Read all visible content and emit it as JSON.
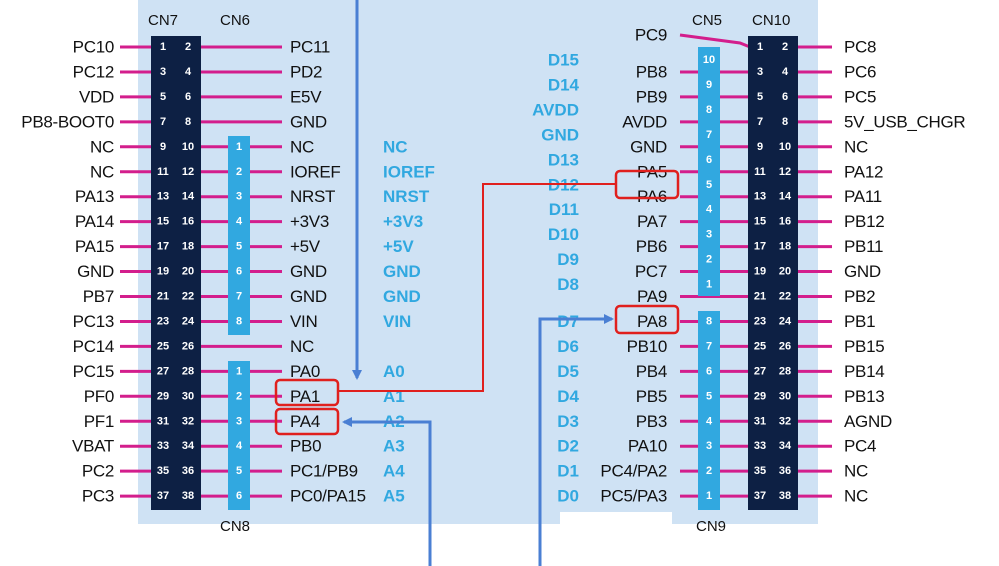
{
  "colors": {
    "board": "#cfe2f4",
    "header": "#0d2044",
    "arduino_header": "#31a8e0",
    "pin_line": "#d31e8c",
    "highlight": "#e0201e",
    "arrow": "#4a7fd3",
    "arduino_text": "#31a8e0"
  },
  "connectors": {
    "cn7": "CN7",
    "cn6": "CN6",
    "cn8": "CN8",
    "cn5": "CN5",
    "cn10": "CN10",
    "cn9": "CN9"
  },
  "left_header": {
    "outer_labels": [
      "PC10",
      "PC12",
      "VDD",
      "PB8-BOOT0",
      "NC",
      "NC",
      "PA13",
      "PA14",
      "PA15",
      "GND",
      "PB7",
      "PC13",
      "PC14",
      "PC15",
      "PF0",
      "PF1",
      "VBAT",
      "PC2",
      "PC3"
    ],
    "odd_pins": [
      "1",
      "3",
      "5",
      "7",
      "9",
      "11",
      "13",
      "15",
      "17",
      "19",
      "21",
      "23",
      "25",
      "27",
      "29",
      "31",
      "33",
      "35",
      "37"
    ],
    "even_pins": [
      "2",
      "4",
      "6",
      "8",
      "10",
      "12",
      "14",
      "16",
      "18",
      "20",
      "22",
      "24",
      "26",
      "28",
      "30",
      "32",
      "34",
      "36",
      "38"
    ],
    "inner_labels": [
      "PC11",
      "PD2",
      "E5V",
      "GND",
      "NC",
      "IOREF",
      "NRST",
      "+3V3",
      "+5V",
      "GND",
      "GND",
      "VIN",
      "NC",
      "PA0",
      "PA1",
      "PA4",
      "PB0",
      "PC1/PB9",
      "PC0/PA15"
    ]
  },
  "cn6_pins": [
    "1",
    "2",
    "3",
    "4",
    "5",
    "6",
    "7",
    "8"
  ],
  "cn6_arduino": [
    "NC",
    "IOREF",
    "NRST",
    "+3V3",
    "+5V",
    "GND",
    "GND",
    "VIN"
  ],
  "cn8_pins": [
    "1",
    "2",
    "3",
    "4",
    "5",
    "6"
  ],
  "cn8_arduino": [
    "A0",
    "A1",
    "A2",
    "A3",
    "A4",
    "A5"
  ],
  "right_header": {
    "outer_labels": [
      "PC8",
      "PC6",
      "PC5",
      "5V_USB_CHGR",
      "NC",
      "PA12",
      "PA11",
      "PB12",
      "PB11",
      "GND",
      "PB2",
      "PB1",
      "PB15",
      "PB14",
      "PB13",
      "AGND",
      "PC4",
      "NC",
      "NC"
    ],
    "odd_pins": [
      "1",
      "3",
      "5",
      "7",
      "9",
      "11",
      "13",
      "15",
      "17",
      "19",
      "21",
      "23",
      "25",
      "27",
      "29",
      "31",
      "33",
      "35",
      "37"
    ],
    "even_pins": [
      "2",
      "4",
      "6",
      "8",
      "10",
      "12",
      "14",
      "16",
      "18",
      "20",
      "22",
      "24",
      "26",
      "28",
      "30",
      "32",
      "34",
      "36",
      "38"
    ],
    "inner_labels": [
      "PC9",
      "PB8",
      "PB9",
      "AVDD",
      "GND",
      "PA5",
      "PA6",
      "PA7",
      "PB6",
      "PC7",
      "PA9",
      "PA8",
      "PB10",
      "PB4",
      "PB5",
      "PB3",
      "PA10",
      "PC4/PA2",
      "PC5/PA3"
    ]
  },
  "cn5_pins": [
    "10",
    "9",
    "8",
    "7",
    "6",
    "5",
    "4",
    "3",
    "2",
    "1"
  ],
  "cn5_arduino": [
    "D15",
    "D14",
    "AVDD",
    "GND",
    "D13",
    "D12",
    "D11",
    "D10",
    "D9",
    "D8"
  ],
  "cn9_pins": [
    "8",
    "7",
    "6",
    "5",
    "4",
    "3",
    "2",
    "1"
  ],
  "cn9_arduino": [
    "D7",
    "D6",
    "D5",
    "D4",
    "D3",
    "D2",
    "D1",
    "D0"
  ]
}
